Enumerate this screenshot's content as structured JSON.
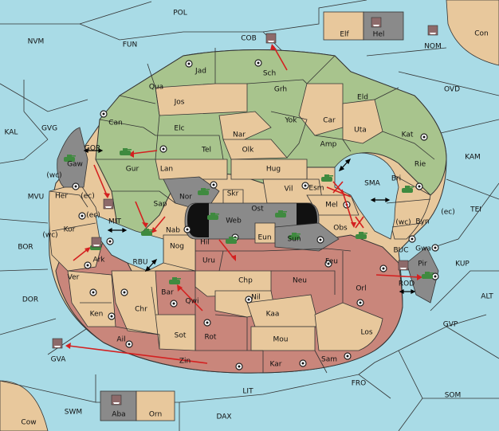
{
  "colors": {
    "sea": "#a9dbe6",
    "green": "#a8c48d",
    "tan": "#e8c89c",
    "red": "#c9867b",
    "gray": "#8a8a8a",
    "order": "#d42020",
    "army": "#3f8a3f",
    "fleet": "#8d6a6a"
  },
  "sea_labels": [
    {
      "id": "pol",
      "text": "POL"
    },
    {
      "id": "cob",
      "text": "COB"
    },
    {
      "id": "nvm",
      "text": "NVM"
    },
    {
      "id": "fun",
      "text": "FUN"
    },
    {
      "id": "nom",
      "text": "NOM"
    },
    {
      "id": "con",
      "text": "Con"
    },
    {
      "id": "ovd",
      "text": "OVD"
    },
    {
      "id": "kal",
      "text": "KAL"
    },
    {
      "id": "gvg",
      "text": "GVG"
    },
    {
      "id": "gor",
      "text": "GOR"
    },
    {
      "id": "kam",
      "text": "KAM"
    },
    {
      "id": "mvu",
      "text": "MVU"
    },
    {
      "id": "sma",
      "text": "SMA"
    },
    {
      "id": "tei",
      "text": "TEI"
    },
    {
      "id": "mit",
      "text": "MIT"
    },
    {
      "id": "bor",
      "text": "BOR"
    },
    {
      "id": "rbu",
      "text": "RBU"
    },
    {
      "id": "buc",
      "text": "BUC"
    },
    {
      "id": "kup",
      "text": "KUP"
    },
    {
      "id": "rod",
      "text": "ROD"
    },
    {
      "id": "dor",
      "text": "DOR"
    },
    {
      "id": "alt",
      "text": "ALT"
    },
    {
      "id": "gvp",
      "text": "GVP"
    },
    {
      "id": "gva",
      "text": "GVA"
    },
    {
      "id": "fro",
      "text": "FRO"
    },
    {
      "id": "lit",
      "text": "LIT"
    },
    {
      "id": "som",
      "text": "SOM"
    },
    {
      "id": "swm",
      "text": "SWM"
    },
    {
      "id": "dax",
      "text": "DAX"
    },
    {
      "id": "cow",
      "text": "Cow"
    }
  ],
  "land_labels": [
    {
      "id": "jad",
      "text": "Jad"
    },
    {
      "id": "sch",
      "text": "Sch"
    },
    {
      "id": "qua",
      "text": "Qua"
    },
    {
      "id": "jos",
      "text": "Jos"
    },
    {
      "id": "grh",
      "text": "Grh"
    },
    {
      "id": "eld",
      "text": "Eld"
    },
    {
      "id": "can",
      "text": "Can"
    },
    {
      "id": "elc",
      "text": "Elc"
    },
    {
      "id": "nar",
      "text": "Nar"
    },
    {
      "id": "yok",
      "text": "Yok"
    },
    {
      "id": "car",
      "text": "Car"
    },
    {
      "id": "uta",
      "text": "Uta"
    },
    {
      "id": "kat",
      "text": "Kat"
    },
    {
      "id": "tel",
      "text": "Tel"
    },
    {
      "id": "olk",
      "text": "Olk"
    },
    {
      "id": "amp",
      "text": "Amp"
    },
    {
      "id": "gur",
      "text": "Gur"
    },
    {
      "id": "lan",
      "text": "Lan"
    },
    {
      "id": "hug",
      "text": "Hug"
    },
    {
      "id": "rie",
      "text": "Rie"
    },
    {
      "id": "gaw",
      "text": "Gaw"
    },
    {
      "id": "bri",
      "text": "Bri"
    },
    {
      "id": "vil",
      "text": "Vil"
    },
    {
      "id": "esm",
      "text": "Esm"
    },
    {
      "id": "nor",
      "text": "Nor"
    },
    {
      "id": "skr",
      "text": "Skr"
    },
    {
      "id": "her",
      "text": "Her"
    },
    {
      "id": "sap",
      "text": "Sap"
    },
    {
      "id": "ost",
      "text": "Ost"
    },
    {
      "id": "mel",
      "text": "Mel"
    },
    {
      "id": "web",
      "text": "Web"
    },
    {
      "id": "byn",
      "text": "Byn"
    },
    {
      "id": "kor",
      "text": "Kor"
    },
    {
      "id": "nab",
      "text": "Nab"
    },
    {
      "id": "eun",
      "text": "Eun"
    },
    {
      "id": "obs",
      "text": "Obs"
    },
    {
      "id": "hil",
      "text": "Hil"
    },
    {
      "id": "sun",
      "text": "Sun"
    },
    {
      "id": "gwa",
      "text": "Gwa"
    },
    {
      "id": "ark",
      "text": "Ark"
    },
    {
      "id": "nog",
      "text": "Nog"
    },
    {
      "id": "uru",
      "text": "Uru"
    },
    {
      "id": "feu",
      "text": "Feu"
    },
    {
      "id": "pir",
      "text": "Pir"
    },
    {
      "id": "ver",
      "text": "Ver"
    },
    {
      "id": "chp",
      "text": "Chp"
    },
    {
      "id": "neu",
      "text": "Neu"
    },
    {
      "id": "orl",
      "text": "Orl"
    },
    {
      "id": "bar",
      "text": "Bar"
    },
    {
      "id": "qwi",
      "text": "Qwi"
    },
    {
      "id": "nil",
      "text": "Nil"
    },
    {
      "id": "ken",
      "text": "Ken"
    },
    {
      "id": "chr",
      "text": "Chr"
    },
    {
      "id": "kaa",
      "text": "Kaa"
    },
    {
      "id": "ail",
      "text": "Ail"
    },
    {
      "id": "sot",
      "text": "Sot"
    },
    {
      "id": "rot",
      "text": "Rot"
    },
    {
      "id": "mou",
      "text": "Mou"
    },
    {
      "id": "los",
      "text": "Los"
    },
    {
      "id": "zin",
      "text": "Zin"
    },
    {
      "id": "kar",
      "text": "Kar"
    },
    {
      "id": "sam",
      "text": "Sam"
    },
    {
      "id": "elf",
      "text": "Elf"
    },
    {
      "id": "hel",
      "text": "Hel"
    },
    {
      "id": "aba",
      "text": "Aba"
    },
    {
      "id": "orn",
      "text": "Orn"
    }
  ],
  "coast_labels": [
    {
      "id": "wc1",
      "text": "(wc)"
    },
    {
      "id": "ec1",
      "text": "(ec)"
    },
    {
      "id": "ec2",
      "text": "(ec)"
    },
    {
      "id": "wc2",
      "text": "(wc)"
    },
    {
      "id": "wc3",
      "text": "(wc)"
    },
    {
      "id": "ec3",
      "text": "(ec)"
    }
  ]
}
